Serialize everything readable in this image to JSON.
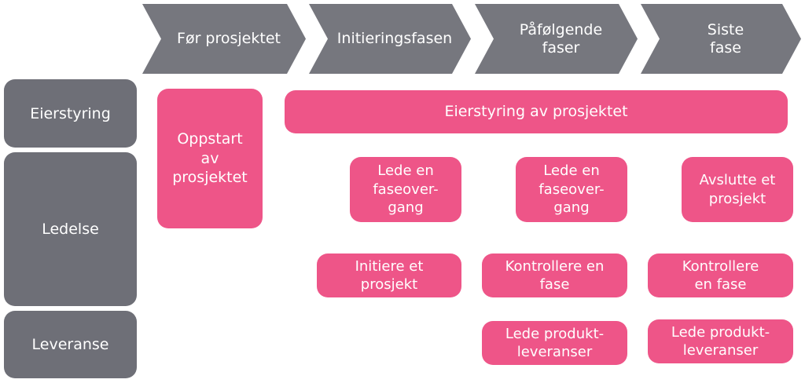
{
  "phases": [
    {
      "label": "Før prosjektet"
    },
    {
      "label": "Initieringsfasen"
    },
    {
      "label": "Påfølgende\nfaser"
    },
    {
      "label": "Siste\nfase"
    }
  ],
  "rows": [
    {
      "label": "Eierstyring"
    },
    {
      "label": "Ledelse"
    },
    {
      "label": "Leveranse"
    }
  ],
  "boxes": {
    "oppstart": "Oppstart\nav\nprosjektet",
    "eierstyring": "Eierstyring av prosjektet",
    "lede_faseovergang_1": "Lede en\nfaseover-\ngang",
    "lede_faseovergang_2": "Lede en\nfaseover-\ngang",
    "avslutte": "Avslutte et\nprosjekt",
    "initiere": "Initiere et\nprosjekt",
    "kontrollere_1": "Kontrollere en\nfase",
    "kontrollere_2": "Kontrollere\nen fase",
    "lede_produkt_1": "Lede produkt-\nleveranser",
    "lede_produkt_2": "Lede produkt-\nleveranser"
  },
  "colors": {
    "chevron": "#76777e",
    "row": "#6e6f77",
    "process": "#ee5588"
  }
}
